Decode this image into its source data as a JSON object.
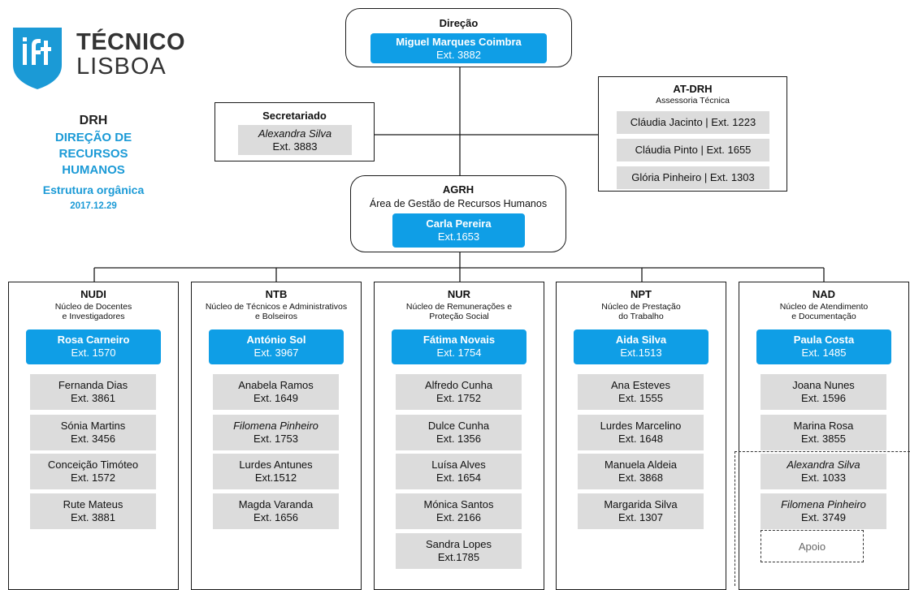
{
  "brand": {
    "logo_alt": "IST",
    "name_line1": "TÉCNICO",
    "name_line2": "LISBOA",
    "blue": "#1b9ad6"
  },
  "title": {
    "code": "DRH",
    "name": "DIREÇÃO DE RECURSOS HUMANOS",
    "subtitle": "Estrutura orgânica",
    "date": "2017.12.29"
  },
  "colors": {
    "accent_blue": "#0f9ee6",
    "grey_box": "#dcdcdc",
    "title_blue": "#1b9ad6"
  },
  "direcao": {
    "title": "Direção",
    "name": "Miguel Marques Coimbra",
    "ext": "Ext. 3882"
  },
  "secretariado": {
    "title": "Secretariado",
    "name": "Alexandra Silva",
    "ext": "Ext. 3883"
  },
  "atdrh": {
    "title": "AT-DRH",
    "subtitle": "Assessoria Técnica",
    "members": [
      "Cláudia Jacinto | Ext. 1223",
      "Cláudia Pinto | Ext. 1655",
      "Glória Pinheiro | Ext. 1303"
    ]
  },
  "agrh": {
    "title": "AGRH",
    "subtitle": "Área de Gestão de Recursos Humanos",
    "name": "Carla Pereira",
    "ext": "Ext.1653"
  },
  "units": [
    {
      "title": "NUDI",
      "subtitle1": "Núcleo de Docentes",
      "subtitle2": "e Investigadores",
      "head": {
        "name": "Rosa Carneiro",
        "ext": "Ext. 1570"
      },
      "members": [
        {
          "name": "Fernanda Dias",
          "ext": "Ext. 3861"
        },
        {
          "name": "Sónia Martins",
          "ext": "Ext. 3456"
        },
        {
          "name": "Conceição Timóteo",
          "ext": "Ext. 1572"
        },
        {
          "name": "Rute Mateus",
          "ext": "Ext. 3881"
        }
      ]
    },
    {
      "title": "NTB",
      "subtitle1": "Núcleo de Técnicos e Administrativos",
      "subtitle2": "e Bolseiros",
      "head": {
        "name": "António Sol",
        "ext": "Ext. 3967"
      },
      "members": [
        {
          "name": "Anabela Ramos",
          "ext": "Ext. 1649"
        },
        {
          "name": "Filomena Pinheiro",
          "ext": "Ext. 1753"
        },
        {
          "name": "Lurdes Antunes",
          "ext": "Ext.1512"
        },
        {
          "name": "Magda Varanda",
          "ext": "Ext. 1656"
        }
      ]
    },
    {
      "title": "NUR",
      "subtitle1": "Núcleo de Remunerações e",
      "subtitle2": "Proteção Social",
      "head": {
        "name": "Fátima Novais",
        "ext": "Ext. 1754"
      },
      "members": [
        {
          "name": "Alfredo Cunha",
          "ext": "Ext. 1752"
        },
        {
          "name": "Dulce Cunha",
          "ext": "Ext. 1356"
        },
        {
          "name": "Luísa Alves",
          "ext": "Ext. 1654"
        },
        {
          "name": "Mónica Santos",
          "ext": "Ext. 2166"
        },
        {
          "name": "Sandra Lopes",
          "ext": "Ext.1785"
        }
      ]
    },
    {
      "title": "NPT",
      "subtitle1": "Núcleo de Prestação",
      "subtitle2": "do Trabalho",
      "head": {
        "name": "Aida Silva",
        "ext": "Ext.1513"
      },
      "members": [
        {
          "name": "Ana Esteves",
          "ext": "Ext. 1555"
        },
        {
          "name": "Lurdes Marcelino",
          "ext": "Ext. 1648"
        },
        {
          "name": "Manuela Aldeia",
          "ext": "Ext. 3868"
        },
        {
          "name": "Margarida Silva",
          "ext": "Ext. 1307"
        }
      ]
    },
    {
      "title": "NAD",
      "subtitle1": "Núcleo de Atendimento",
      "subtitle2": "e Documentação",
      "head": {
        "name": "Paula Costa",
        "ext": "Ext. 1485"
      },
      "members": [
        {
          "name": "Joana Nunes",
          "ext": "Ext. 1596"
        },
        {
          "name": "Marina Rosa",
          "ext": "Ext. 3855"
        },
        {
          "name": "Alexandra Silva",
          "ext": "Ext. 1033"
        },
        {
          "name": "Filomena Pinheiro",
          "ext": "Ext. 3749"
        }
      ],
      "support_label": "Apoio"
    }
  ]
}
